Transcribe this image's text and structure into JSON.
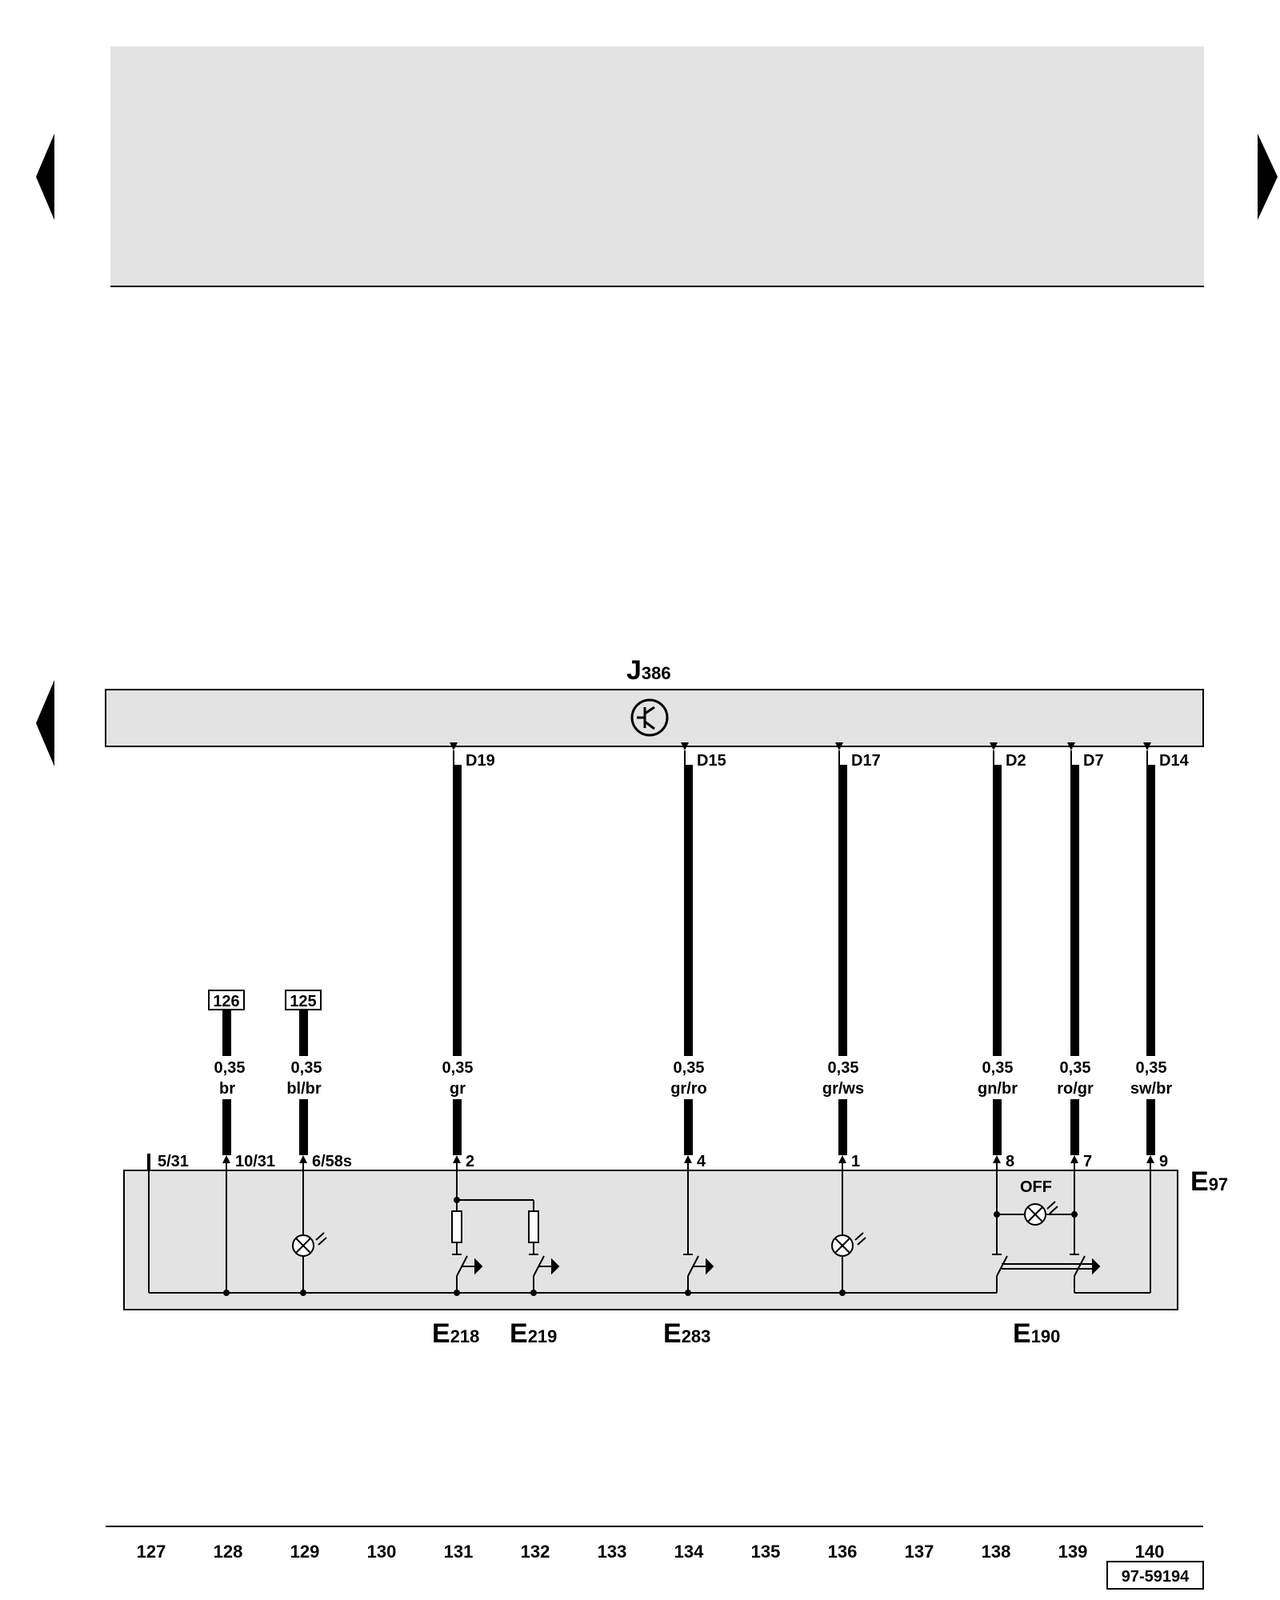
{
  "controller": {
    "code": "J",
    "sub": "386"
  },
  "control_panel": {
    "code": "E",
    "sub": "97"
  },
  "wires": [
    {
      "pin": "D19",
      "section": "0,35",
      "color": "gr",
      "conn": "2"
    },
    {
      "pin": "D15",
      "section": "0,35",
      "color": "gr/ro",
      "conn": "4"
    },
    {
      "pin": "D17",
      "section": "0,35",
      "color": "gr/ws",
      "conn": "1"
    },
    {
      "pin": "D2",
      "section": "0,35",
      "color": "gn/br",
      "conn": "8"
    },
    {
      "pin": "D7",
      "section": "0,35",
      "color": "ro/gr",
      "conn": "7"
    },
    {
      "pin": "D14",
      "section": "0,35",
      "color": "sw/br",
      "conn": "9"
    }
  ],
  "ground_wires": [
    {
      "ref": "126",
      "section": "0,35",
      "color": "br",
      "conn": "10/31"
    },
    {
      "ref": "125",
      "section": "0,35",
      "color": "bl/br",
      "conn": "6/58s"
    }
  ],
  "ground_conn": "5/31",
  "off_label": "OFF",
  "switches": [
    {
      "code": "E",
      "sub": "218"
    },
    {
      "code": "E",
      "sub": "219"
    },
    {
      "code": "E",
      "sub": "283"
    },
    {
      "code": "E",
      "sub": "190"
    }
  ],
  "ruler": [
    "127",
    "128",
    "129",
    "130",
    "131",
    "132",
    "133",
    "134",
    "135",
    "136",
    "137",
    "138",
    "139",
    "140"
  ],
  "doc_number": "97-59194"
}
